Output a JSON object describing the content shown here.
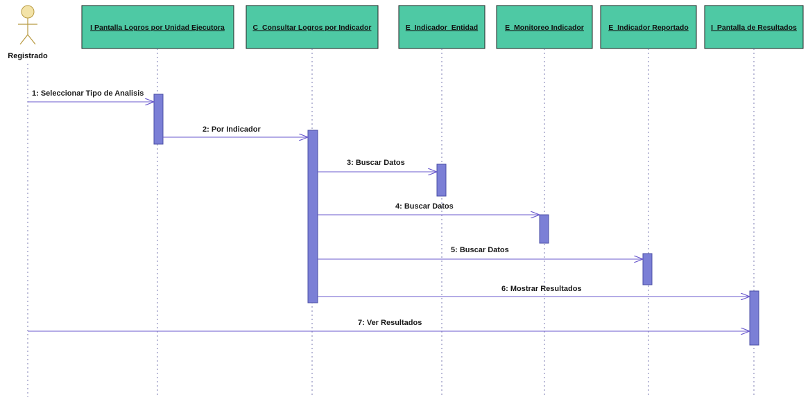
{
  "diagram": {
    "actor": {
      "label": "Registrado",
      "icon": "stick-figure-actor-icon"
    },
    "lifelines": [
      {
        "id": "l1",
        "label": "I Pantalla Logros por Unidad Ejecutora"
      },
      {
        "id": "l2",
        "label": "C_Consultar Logros por Indicador"
      },
      {
        "id": "l3",
        "label": "E_Indicador_Entidad"
      },
      {
        "id": "l4",
        "label": "E_Monitoreo Indicador"
      },
      {
        "id": "l5",
        "label": "E_Indicador Reportado"
      },
      {
        "id": "l6",
        "label": "I_Pantalla de Resultados"
      }
    ],
    "messages": [
      {
        "from": "actor",
        "to": "l1",
        "label": "1: Seleccionar Tipo de Analisis"
      },
      {
        "from": "l1",
        "to": "l2",
        "label": "2: Por Indicador"
      },
      {
        "from": "l2",
        "to": "l3",
        "label": "3: Buscar Datos"
      },
      {
        "from": "l2",
        "to": "l4",
        "label": "4: Buscar Datos"
      },
      {
        "from": "l2",
        "to": "l5",
        "label": "5: Buscar Datos"
      },
      {
        "from": "l2",
        "to": "l6",
        "label": "6: Mostrar Resultados"
      },
      {
        "from": "actor",
        "to": "l6",
        "label": "7: Ver Resultados"
      }
    ],
    "colors": {
      "header_fill": "#4ec9a4",
      "activation_fill": "#7b7fd6",
      "message_line": "#6a5acd",
      "lifeline": "#7a7ab0",
      "actor_head": "#f3e3a8"
    }
  }
}
